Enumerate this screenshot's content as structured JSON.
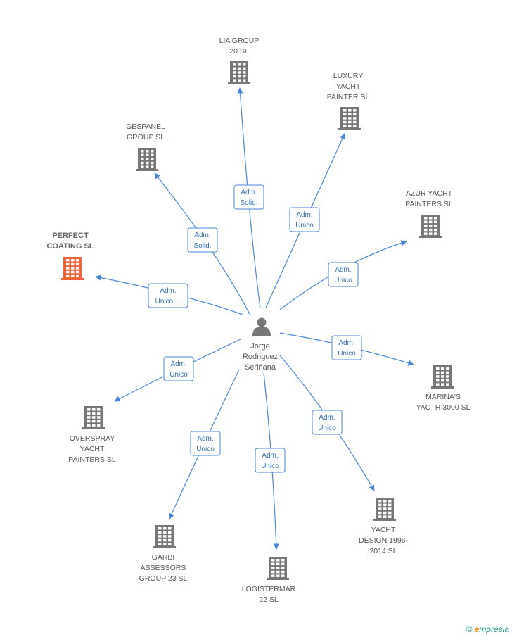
{
  "center": {
    "name_lines": [
      "Jorge",
      "Rodriguez",
      "Seriñana"
    ],
    "icon": "person-icon"
  },
  "colors": {
    "edge": "#4a86d8",
    "building": "#777777",
    "highlight": "#f0643c"
  },
  "companies": [
    {
      "id": "lia-group",
      "lines": [
        "LIA GROUP",
        "20  SL"
      ],
      "relation": [
        "Adm.",
        "Solid."
      ],
      "highlight": false
    },
    {
      "id": "luxury-yacht",
      "lines": [
        "LUXURY",
        "YACHT",
        "PAINTER  SL"
      ],
      "relation": [
        "Adm.",
        "Unico"
      ],
      "highlight": false
    },
    {
      "id": "gespanel",
      "lines": [
        "GESPANEL",
        "GROUP SL"
      ],
      "relation": [
        "Adm.",
        "Solid."
      ],
      "highlight": false
    },
    {
      "id": "azur-yacht",
      "lines": [
        "AZUR YACHT",
        "PAINTERS  SL"
      ],
      "relation": [
        "Adm.",
        "Unico"
      ],
      "highlight": false
    },
    {
      "id": "perfect-coating",
      "lines": [
        "PERFECT",
        "COATING SL"
      ],
      "relation": [
        "Adm.",
        "Unico,..."
      ],
      "highlight": true
    },
    {
      "id": "marinas-yacth",
      "lines": [
        "MARINA'S",
        "YACTH 3000 SL"
      ],
      "relation": [
        "Adm.",
        "Unico"
      ],
      "highlight": false
    },
    {
      "id": "overspray",
      "lines": [
        "OVERSPRAY",
        "YACHT",
        "PAINTERS SL"
      ],
      "relation": [
        "Adm.",
        "Unico"
      ],
      "highlight": false
    },
    {
      "id": "yacht-design",
      "lines": [
        "YACHT",
        "DESIGN 1996-",
        "2014  SL"
      ],
      "relation": [
        "Adm.",
        "Unico"
      ],
      "highlight": false
    },
    {
      "id": "garbi",
      "lines": [
        "GARBI",
        "ASSESSORS",
        "GROUP 23  SL"
      ],
      "relation": [
        "Adm.",
        "Unico"
      ],
      "highlight": false
    },
    {
      "id": "logistermar",
      "lines": [
        "LOGISTERMAR",
        "22 SL"
      ],
      "relation": [
        "Adm.",
        "Unico"
      ],
      "highlight": false
    }
  ],
  "footer": {
    "copyright_symbol": "©",
    "brand_initial": "e",
    "brand_rest": "mpresia"
  }
}
